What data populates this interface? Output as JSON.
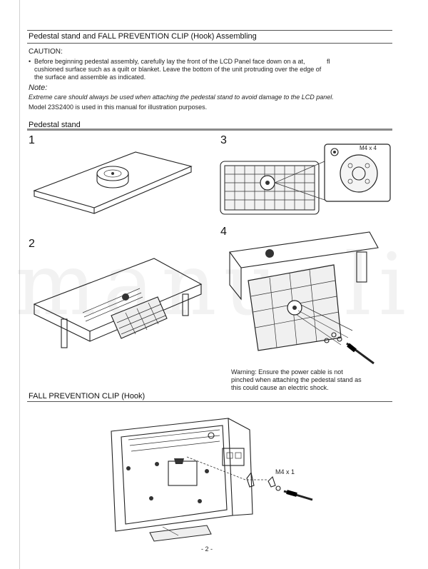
{
  "header": {
    "title": "Pedestal stand and FALL PREVENTION CLIP (Hook) Assembling"
  },
  "caution": {
    "heading": "CAUTION:",
    "bullet": "Before beginning pedestal assembly, carefully lay the front of the LCD Panel face down on a at, cushioned surface such as a quilt or blanket. Leave the bottom of the unit protruding over the edge of the surface and assemble as indicated.",
    "side_mark": "fl"
  },
  "note": {
    "heading": "Note:",
    "text": "Extreme care should always be used when attaching the pedestal stand to avoid damage to the LCD panel.",
    "model": "Model 23S2400 is used in this manual for illustration purposes."
  },
  "pedestal_section": {
    "title": "Pedestal stand",
    "steps": {
      "s1": "1",
      "s2": "2",
      "s3": "3",
      "s4": "4"
    },
    "screw_label_3": "M4 x 4",
    "warning": "Warning: Ensure the power cable is not pinched when attaching the pedestal stand as this could cause an electric shock."
  },
  "clip_section": {
    "title": "FALL PREVENTION CLIP (Hook)",
    "screw_label": "M4 x 1"
  },
  "footer": {
    "page": "- 2 -"
  },
  "watermark": "manuali"
}
